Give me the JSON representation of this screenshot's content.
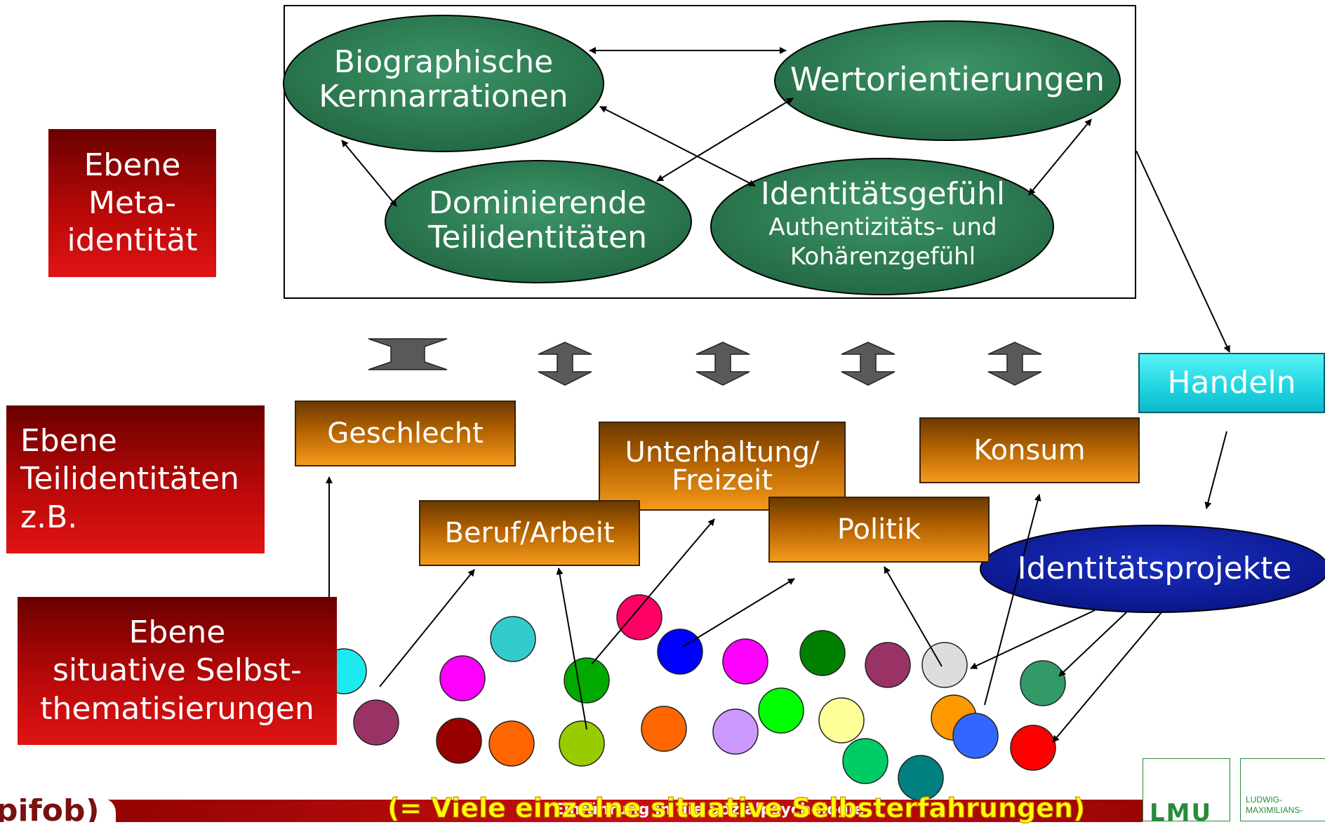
{
  "meta_ellipses": {
    "biographische_line1": "Biographische",
    "biographische_line2": "Kernnarrationen",
    "wertorientierungen": "Wertorientierungen",
    "dominierende_line1": "Dominierende",
    "dominierende_line2": "Teilidentitäten",
    "identitaet_line1": "Identitätsgefühl",
    "identitaet_line2": "Authentizitäts- und",
    "identitaet_line3": "Kohärenzgefühl"
  },
  "levels": {
    "meta_line1": "Ebene",
    "meta_line2": "Meta-",
    "meta_line3": "identität",
    "teil_line1": "Ebene",
    "teil_line2": "Teilidentitäten",
    "teil_line3": "z.B.",
    "situativ_line1": "Ebene",
    "situativ_line2": "situative Selbst-",
    "situativ_line3": "thematisierungen"
  },
  "boxes": {
    "geschlecht": "Geschlecht",
    "unterhaltung_line1": "Unterhaltung/",
    "unterhaltung_line2": "Freizeit",
    "konsum": "Konsum",
    "beruf": "Beruf/Arbeit",
    "politik": "Politik",
    "handeln": "Handeln"
  },
  "identitaetsprojekte": "Identitätsprojekte",
  "caption": "(= Viele einzelne situative Selbsterfahrungen)",
  "footer": {
    "center_text": "Einführung in die Sozialpsychologie",
    "logo_left": "pifob)",
    "lmu_line1": "LUDWIG-",
    "lmu_line2": "MAXIMILIANS-",
    "lmu_mark": "LMU"
  },
  "colors": {
    "ellipse_green": "#2f7a52",
    "level_dark_red": "#6a0000",
    "level_red": "#d41010",
    "orange": "#f59a1a",
    "cyan": "#1ed4e0",
    "navy": "#0a1ea0"
  }
}
